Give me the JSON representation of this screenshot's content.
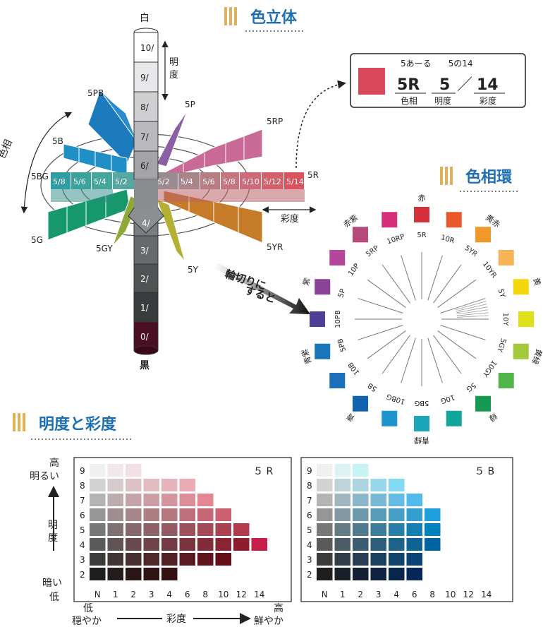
{
  "solid": {
    "title": "色立体",
    "white": "白",
    "black": "黒",
    "value_label": "明度",
    "hue_label": "色相",
    "chroma_label": "彩度",
    "value_levels": [
      "10/",
      "9/",
      "8/",
      "7/",
      "6/",
      "4/",
      "3/",
      "2/",
      "1/",
      "0/"
    ],
    "chroma_steps": [
      "5/8",
      "5/6",
      "5/4",
      "5/2",
      "5/2",
      "5/4",
      "5/6",
      "5/8",
      "5/10",
      "5/12",
      "5/14"
    ],
    "hues": [
      "5R",
      "5RP",
      "5P",
      "5PB",
      "5B",
      "5BG",
      "5G",
      "5GY",
      "5Y",
      "5YR"
    ]
  },
  "notation": {
    "reading": "5あーる　　5の14",
    "hue": "5R",
    "value": "5",
    "slash": "／",
    "chroma": "14",
    "hue_caption": "色相",
    "value_caption": "明度",
    "chroma_caption": "彩度",
    "swatch_color": "#d9485a"
  },
  "arrow_text": {
    "line1": "輪切りに",
    "line2": "すると"
  },
  "hue_circle": {
    "title": "色相環",
    "items": [
      {
        "code": "5R",
        "name": "赤",
        "color": "#d6303c"
      },
      {
        "code": "10R",
        "name": "",
        "color": "#e8582a"
      },
      {
        "code": "5YR",
        "name": "黄赤",
        "color": "#f0982a"
      },
      {
        "code": "10YR",
        "name": "",
        "color": "#f6b456"
      },
      {
        "code": "5Y",
        "name": "黄",
        "color": "#f2d80a"
      },
      {
        "code": "10Y",
        "name": "",
        "color": "#dee018"
      },
      {
        "code": "5GY",
        "name": "黄緑",
        "color": "#a3c93a"
      },
      {
        "code": "10GY",
        "name": "",
        "color": "#52b54a"
      },
      {
        "code": "5G",
        "name": "緑",
        "color": "#169a52"
      },
      {
        "code": "10G",
        "name": "",
        "color": "#12a59a"
      },
      {
        "code": "5BG",
        "name": "青緑",
        "color": "#1aa6bb"
      },
      {
        "code": "10BG",
        "name": "",
        "color": "#1d95cf"
      },
      {
        "code": "5B",
        "name": "青",
        "color": "#1262b0"
      },
      {
        "code": "10B",
        "name": "",
        "color": "#1b6fba"
      },
      {
        "code": "5PB",
        "name": "青紫",
        "color": "#1a76b9"
      },
      {
        "code": "10PB",
        "name": "",
        "color": "#4e3f97"
      },
      {
        "code": "5P",
        "name": "紫",
        "color": "#8a4397"
      },
      {
        "code": "10P",
        "name": "",
        "color": "#b6469a"
      },
      {
        "code": "5RP",
        "name": "赤紫",
        "color": "#b54a7b"
      },
      {
        "code": "10RP",
        "name": "",
        "color": "#d52e7a"
      }
    ]
  },
  "vc": {
    "title": "明度と彩度",
    "left_axis": {
      "high": "高",
      "bright": "明るい",
      "value": "明度",
      "dark": "暗い",
      "low": "低"
    },
    "bottom_axis": {
      "low": "低",
      "dull": "穏やか",
      "chroma": "彩度",
      "high": "高",
      "vivid": "鮮やか"
    },
    "columns": [
      "N",
      "1",
      "2",
      "3",
      "4",
      "6",
      "8",
      "10",
      "12",
      "14"
    ],
    "rows": [
      "9",
      "8",
      "7",
      "6",
      "5",
      "4",
      "3",
      "2"
    ],
    "chart_5r": {
      "name": "５ R",
      "max_chroma_per_row": {
        "9": "2",
        "8": "6",
        "7": "8",
        "6": "10",
        "5": "12",
        "4": "14",
        "3": "10",
        "2": "4"
      }
    },
    "chart_5b": {
      "name": "５ B",
      "max_chroma_per_row": {
        "9": "2",
        "8": "4",
        "7": "6",
        "6": "8",
        "5": "8",
        "4": "8",
        "3": "6",
        "2": "6"
      }
    }
  }
}
